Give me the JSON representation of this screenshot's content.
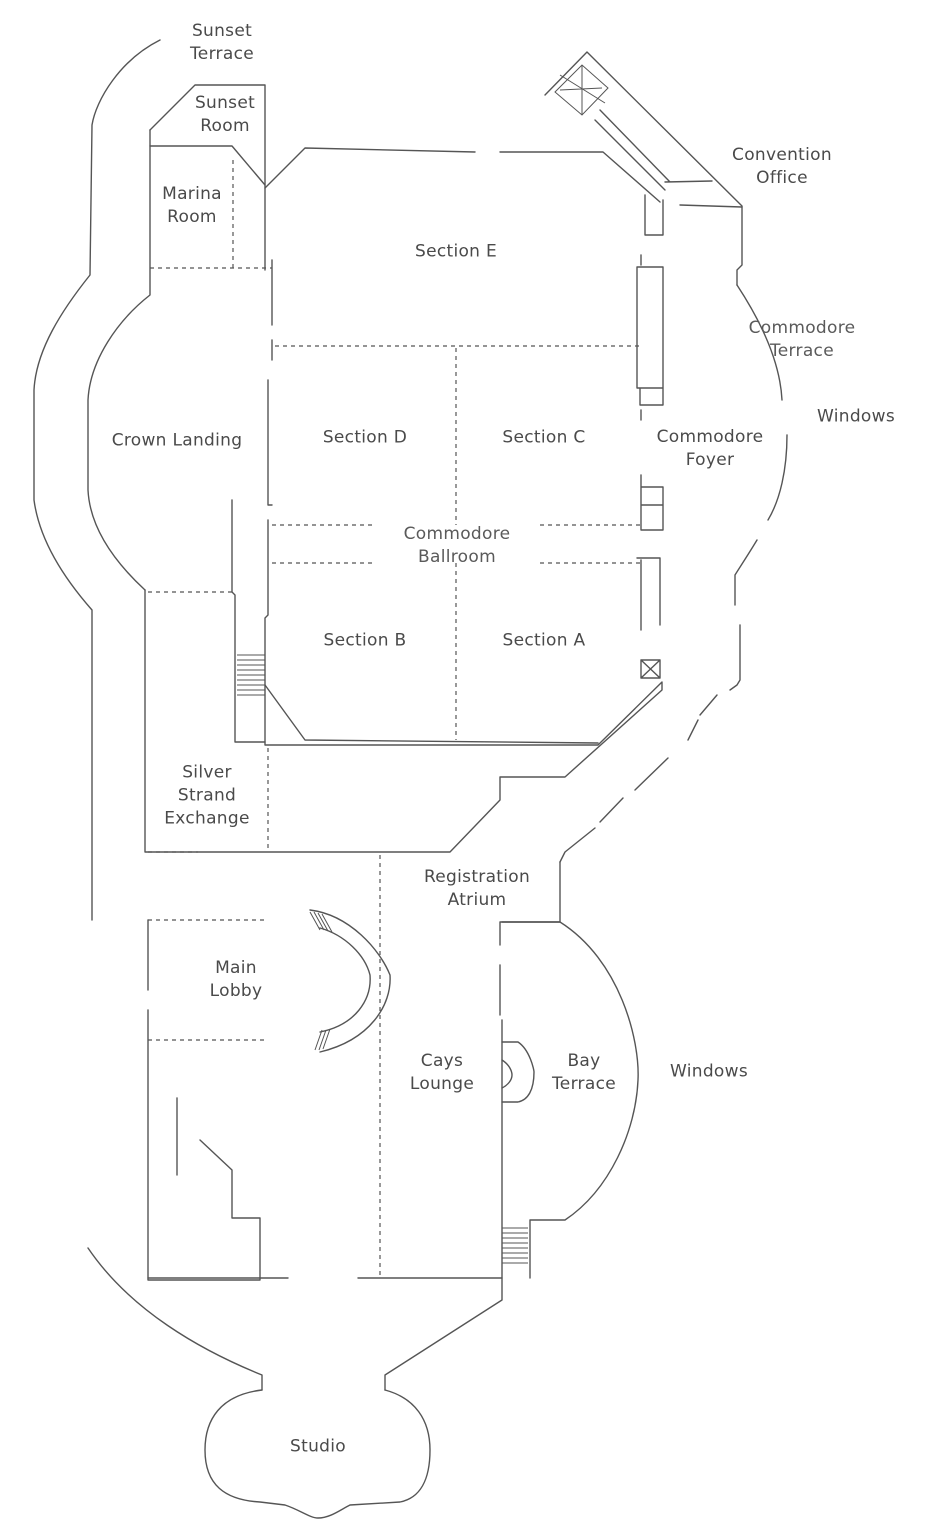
{
  "map": {
    "stroke_color": "#555555",
    "label_color": "#4a4a4a",
    "rooms": {
      "sunset_terrace": [
        "Sunset",
        "Terrace"
      ],
      "sunset_room": [
        "Sunset",
        "Room"
      ],
      "marina_room": [
        "Marina",
        "Room"
      ],
      "convention_office": [
        "Convention",
        "Office"
      ],
      "section_e": "Section E",
      "commodore_terrace": [
        "Commodore",
        "Terrace"
      ],
      "windows_upper": "Windows",
      "crown_landing": "Crown Landing",
      "section_d": "Section D",
      "section_c": "Section C",
      "commodore_foyer": [
        "Commodore",
        "Foyer"
      ],
      "commodore_ballroom": [
        "Commodore",
        "Ballroom"
      ],
      "section_b": "Section B",
      "section_a": "Section A",
      "silver_strand_exchange": [
        "Silver",
        "Strand",
        "Exchange"
      ],
      "registration_atrium": [
        "Registration",
        "Atrium"
      ],
      "main_lobby": [
        "Main",
        "Lobby"
      ],
      "cays_lounge": [
        "Cays",
        "Lounge"
      ],
      "bay_terrace": [
        "Bay",
        "Terrace"
      ],
      "windows_lower": "Windows",
      "studio": "Studio"
    }
  }
}
